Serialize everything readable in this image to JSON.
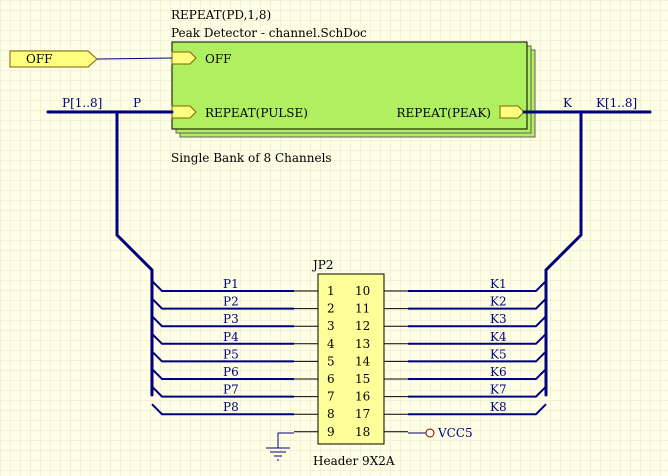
{
  "sheet_symbol": {
    "designator": "REPEAT(PD,1,8)",
    "filename": "Peak Detector - channel.SchDoc",
    "entries": {
      "off": "OFF",
      "pulse": "REPEAT(PULSE)",
      "peak": "REPEAT(PEAK)"
    }
  },
  "port_off": "OFF",
  "bus_left": {
    "bus_label": "P[1..8]",
    "net_label": "P"
  },
  "bus_right": {
    "bus_label": "K[1..8]",
    "net_label": "K"
  },
  "note": "Single Bank of 8 Channels",
  "connector": {
    "designator": "JP2",
    "comment": "Header 9X2A",
    "left_pins": [
      "1",
      "2",
      "3",
      "4",
      "5",
      "6",
      "7",
      "8",
      "9"
    ],
    "right_pins": [
      "10",
      "11",
      "12",
      "13",
      "14",
      "15",
      "16",
      "17",
      "18"
    ]
  },
  "left_nets": [
    "P1",
    "P2",
    "P3",
    "P4",
    "P5",
    "P6",
    "P7",
    "P8"
  ],
  "right_nets": [
    "K1",
    "K2",
    "K3",
    "K4",
    "K5",
    "K6",
    "K7",
    "K8"
  ],
  "power_port": "VCC5",
  "colors": {
    "background": "#ffffe6",
    "wire": "#000080",
    "sheet_fill": "#b0f060",
    "port_fill": "#ffff80",
    "grid": "#e4e4d0"
  }
}
